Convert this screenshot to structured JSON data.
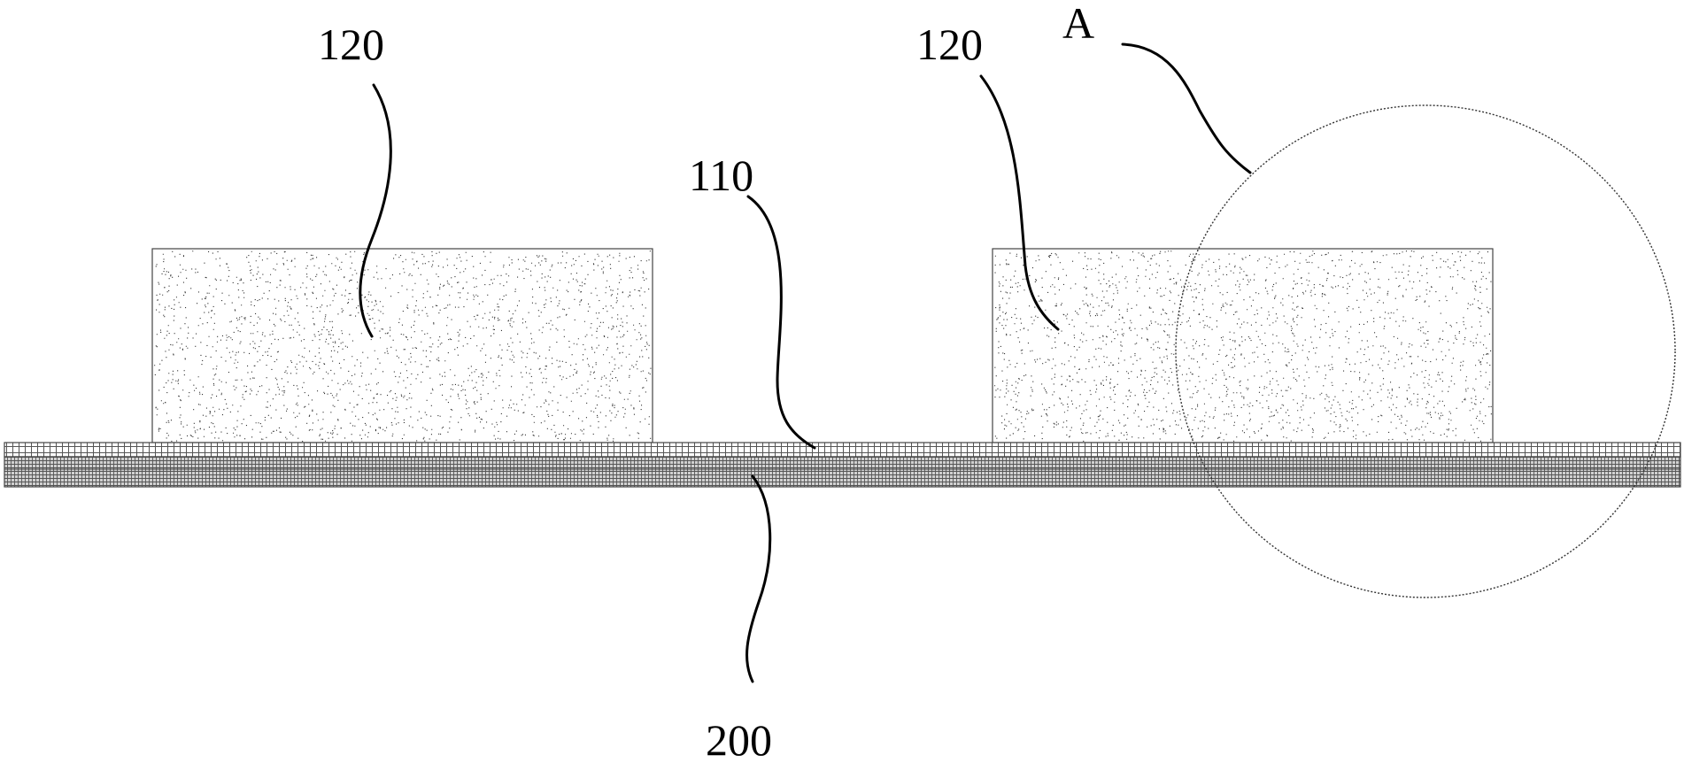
{
  "figure": {
    "labels": {
      "block_left": "120",
      "block_right": "120",
      "layer_top": "110",
      "substrate": "200",
      "detail": "A"
    }
  }
}
